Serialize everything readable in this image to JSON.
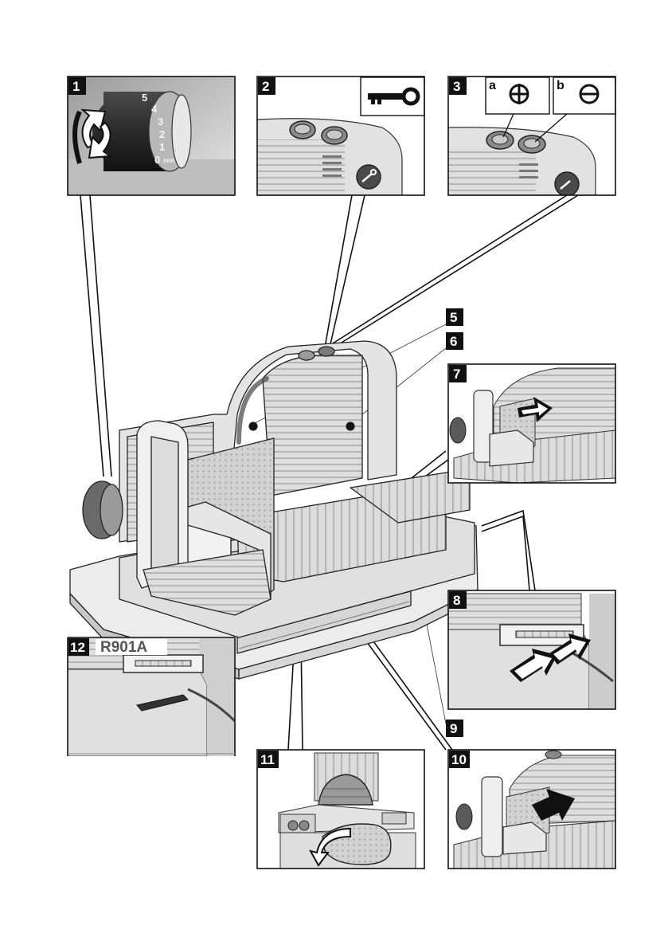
{
  "labels": {
    "n1": "1",
    "n2": "2",
    "n3": "3",
    "n5": "5",
    "n6": "6",
    "n7": "7",
    "n8": "8",
    "n9": "9",
    "n10": "10",
    "n11": "11",
    "n12": "12"
  },
  "sub_labels": {
    "a": "a",
    "b": "b"
  },
  "model": "R901A",
  "dial_scale": [
    "5",
    "4",
    "3",
    "2",
    "1",
    "0"
  ],
  "dial_unit": "mm",
  "icons": {
    "key": "key-icon",
    "on": "power-on-icon",
    "off": "power-off-icon",
    "rotate": "rotate-arrows-icon",
    "push": "push-arrow-icon",
    "slide": "double-arrow-icon",
    "tray_out": "curved-arrow-icon"
  },
  "colors": {
    "ink": "#111111",
    "panel": "#ededed",
    "metal": "#cfcfcf",
    "dark": "#5a5a5a"
  }
}
